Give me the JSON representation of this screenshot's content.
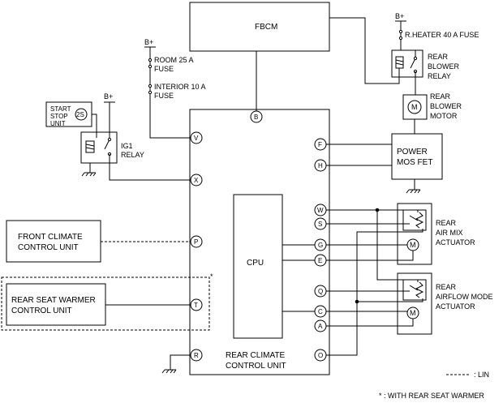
{
  "fbcm": "FBCM",
  "bplus": [
    "B+",
    "B+",
    "B+"
  ],
  "fuses": {
    "room": [
      "ROOM 25 A",
      "FUSE"
    ],
    "interior": [
      "INTERIOR 10 A",
      "FUSE"
    ],
    "rheater": "R.HEATER 40 A FUSE"
  },
  "start_stop": [
    "START",
    "STOP",
    "UNIT"
  ],
  "badge_2s": "2S",
  "ig1": [
    "IG1",
    "RELAY"
  ],
  "rear_blower_relay": [
    "REAR",
    "BLOWER",
    "RELAY"
  ],
  "rear_blower_motor": [
    "REAR",
    "BLOWER",
    "MOTOR"
  ],
  "power_mos": [
    "POWER",
    "MOS FET"
  ],
  "front_climate": [
    "FRONT CLIMATE",
    "CONTROL UNIT"
  ],
  "rear_seat": [
    "REAR SEAT WARMER",
    "CONTROL UNIT"
  ],
  "cpu": "CPU",
  "rear_climate": [
    "REAR CLIMATE",
    "CONTROL UNIT"
  ],
  "air_mix": [
    "REAR",
    "AIR MIX",
    "ACTUATOR"
  ],
  "airflow": [
    "REAR",
    "AIRFLOW MODE",
    "ACTUATOR"
  ],
  "motor_symbol": "M",
  "asterisk": "*",
  "legend_lin": ": LIN",
  "legend_note": "* : WITH REAR SEAT WARMER",
  "pins": {
    "B": "B",
    "V": "V",
    "X": "X",
    "P": "P",
    "T": "T",
    "R": "R",
    "F": "F",
    "H": "H",
    "W": "W",
    "S": "S",
    "G": "G",
    "E": "E",
    "Q": "Q",
    "C": "C",
    "A": "A",
    "O": "O"
  }
}
